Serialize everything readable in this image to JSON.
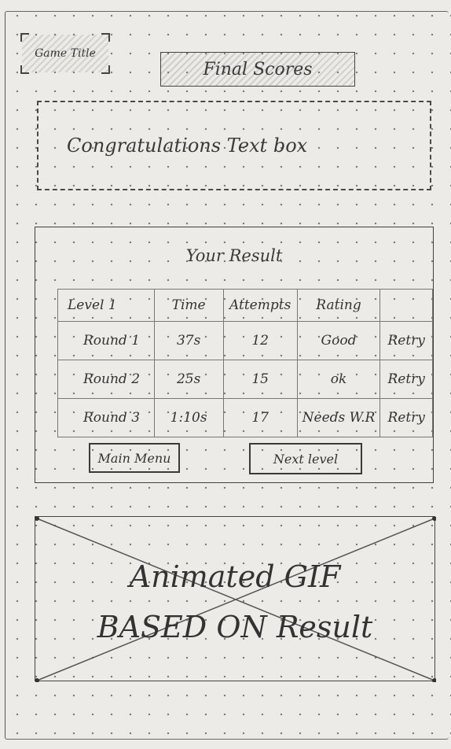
{
  "header": {
    "game_title": "Game Title",
    "final_scores": "Final Scores"
  },
  "congrats": {
    "text": "Congratulations Text box"
  },
  "result": {
    "title": "Your Result",
    "columns": [
      "Level 1",
      "Time",
      "Attempts",
      "Rating",
      ""
    ],
    "rows": [
      {
        "round": "Round 1",
        "time": "37s",
        "attempts": "12",
        "rating": "Good",
        "action": "Retry"
      },
      {
        "round": "Round 2",
        "time": "25s",
        "attempts": "15",
        "rating": "ok",
        "action": "Retry"
      },
      {
        "round": "Round 3",
        "time": "1:10s",
        "attempts": "17",
        "rating": "Needs W.R",
        "action": "Retry"
      }
    ],
    "main_menu": "Main Menu",
    "next_level": "Next level"
  },
  "gif": {
    "line1": "Animated GIF",
    "line2": "BASED ON Result"
  }
}
